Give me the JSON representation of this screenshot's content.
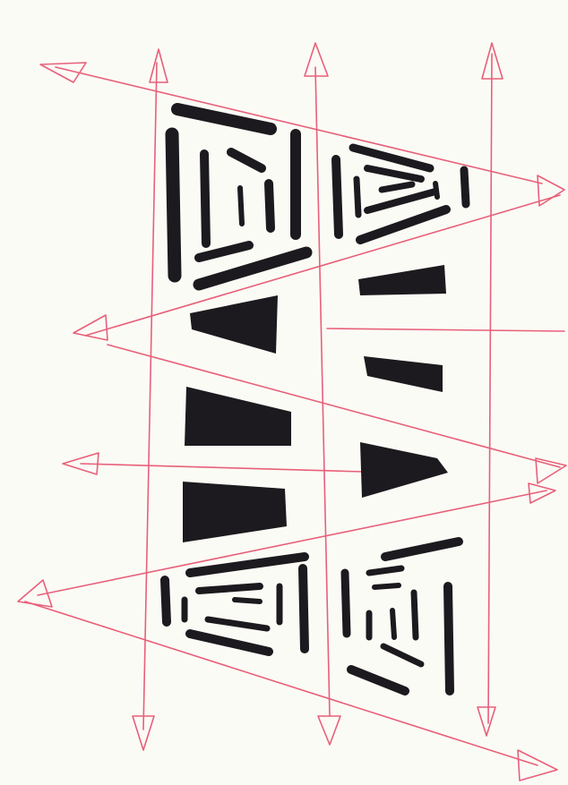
{
  "image": {
    "kind": "hand-drawn perspective sketch on paper",
    "colors": {
      "paper": "#fbfbf5",
      "guide_lines": "#e8607a",
      "marker_ink": "#1c1a1e"
    },
    "elements": [
      "red-guide-lines",
      "red-arrowheads",
      "black-marker-frames",
      "black-marker-trapezoids"
    ]
  }
}
